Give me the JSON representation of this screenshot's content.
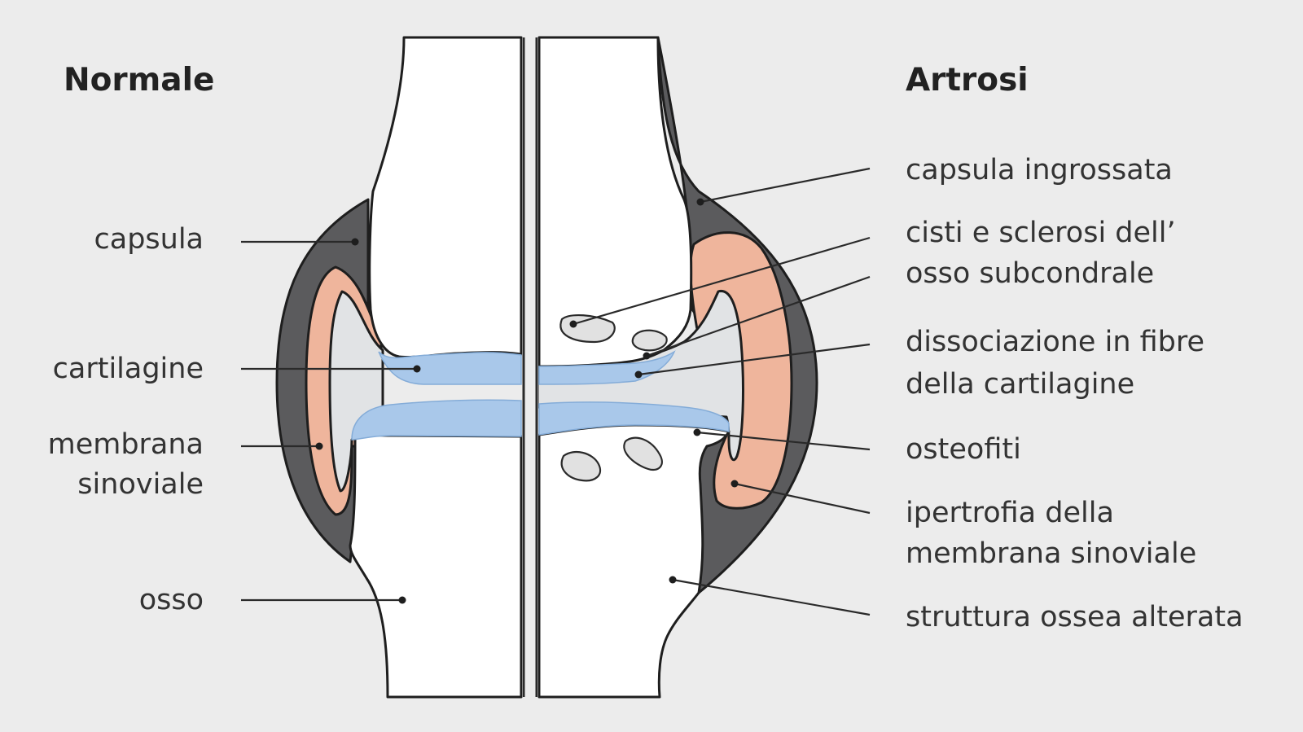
{
  "headings": {
    "normal": "Normale",
    "arthrosis": "Artrosi"
  },
  "labels_left": {
    "capsule": "capsula",
    "cartilage": "cartilagine",
    "synovial_line1": "membrana",
    "synovial_line2": "sinoviale",
    "bone": "osso"
  },
  "labels_right": {
    "thick_capsule": "capsula ingrossata",
    "cysts_line1": "cisti e sclerosi dell’",
    "cysts_line2": "osso subcondrale",
    "fibrillation_line1": "dissociazione in fibre",
    "fibrillation_line2": "della cartilagine",
    "osteophytes": "osteofiti",
    "hypertrophy_line1": "ipertrofia della",
    "hypertrophy_line2": "membrana sinoviale",
    "altered_bone": "struttura ossea alterata"
  },
  "colors": {
    "background": "#ececec",
    "bone": "#ffffff",
    "capsule": "#5b5b5d",
    "synovial": "#efb59c",
    "synovial_fluid": "#e1e3e5",
    "cartilage": "#a9c8ea",
    "cyst": "#e1e1e1"
  }
}
